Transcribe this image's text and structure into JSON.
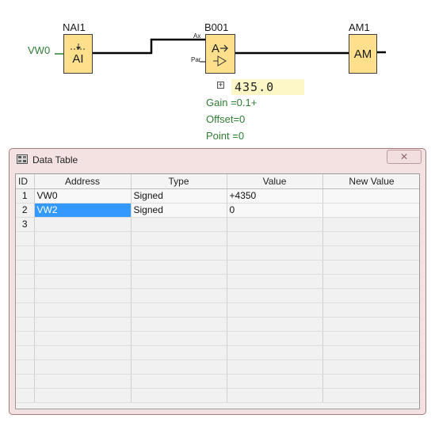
{
  "diagram": {
    "input_label": "VW0",
    "blocks": [
      {
        "id": "nai1",
        "title": "NAI1",
        "symbol": "AI",
        "icon": "analog-input-icon"
      },
      {
        "id": "b001",
        "title": "B001",
        "symbol": "A",
        "icon": "analog-amplifier-icon",
        "pins": [
          "Ax",
          "Par"
        ]
      },
      {
        "id": "am1",
        "title": "AM1",
        "symbol": "AM",
        "icon": "analog-memory-icon"
      }
    ],
    "expand_symbol": "+",
    "output_value": "435.0",
    "params": [
      "Gain =0.1+",
      "Offset=0",
      "Point =0"
    ],
    "colors": {
      "block_fill": "#fddf8c",
      "param_text": "#2f7d32",
      "value_bg": "#fdf7c8"
    }
  },
  "window": {
    "title": "Data Table",
    "close_symbol": "✕",
    "columns": [
      "ID",
      "Address",
      "Type",
      "Value",
      "New Value"
    ],
    "rows": [
      {
        "id": "1",
        "address": "VW0",
        "type": "Signed",
        "value": "+4350",
        "new_value": ""
      },
      {
        "id": "2",
        "address": "VW2",
        "type": "Signed",
        "value": "0",
        "new_value": "",
        "selected_column": "address"
      },
      {
        "id": "3",
        "address": "",
        "type": "",
        "value": "",
        "new_value": ""
      }
    ],
    "colors": {
      "frame": "#f4e2e2",
      "selection": "#3399ff"
    }
  }
}
